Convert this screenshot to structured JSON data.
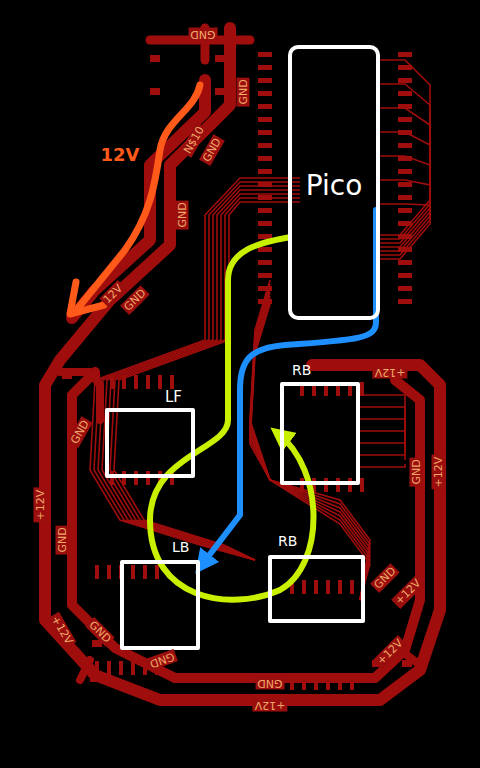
{
  "diagram": {
    "nodes": [
      {
        "text": [
          "Pico"
        ]
      },
      {
        "text": [
          "LF"
        ]
      },
      {
        "text": [
          "RB"
        ]
      },
      {
        "text": [
          "LB"
        ]
      },
      {
        "text": [
          "RB"
        ]
      }
    ],
    "edges": [
      {
        "from": 0,
        "to": 2,
        "arrow": "to"
      },
      {
        "from": 0,
        "to": 3,
        "arrow": "to"
      }
    ],
    "labels": [
      "GND",
      "GND",
      "N$10",
      "GND",
      "12V",
      "GND",
      "12V",
      "GND",
      "GND",
      "+12V",
      "GND",
      "+12V",
      "GND",
      "GND",
      "GND",
      "+12V",
      "+12V",
      "GND",
      "+12V",
      "GND",
      "+12V",
      "+12V"
    ]
  }
}
